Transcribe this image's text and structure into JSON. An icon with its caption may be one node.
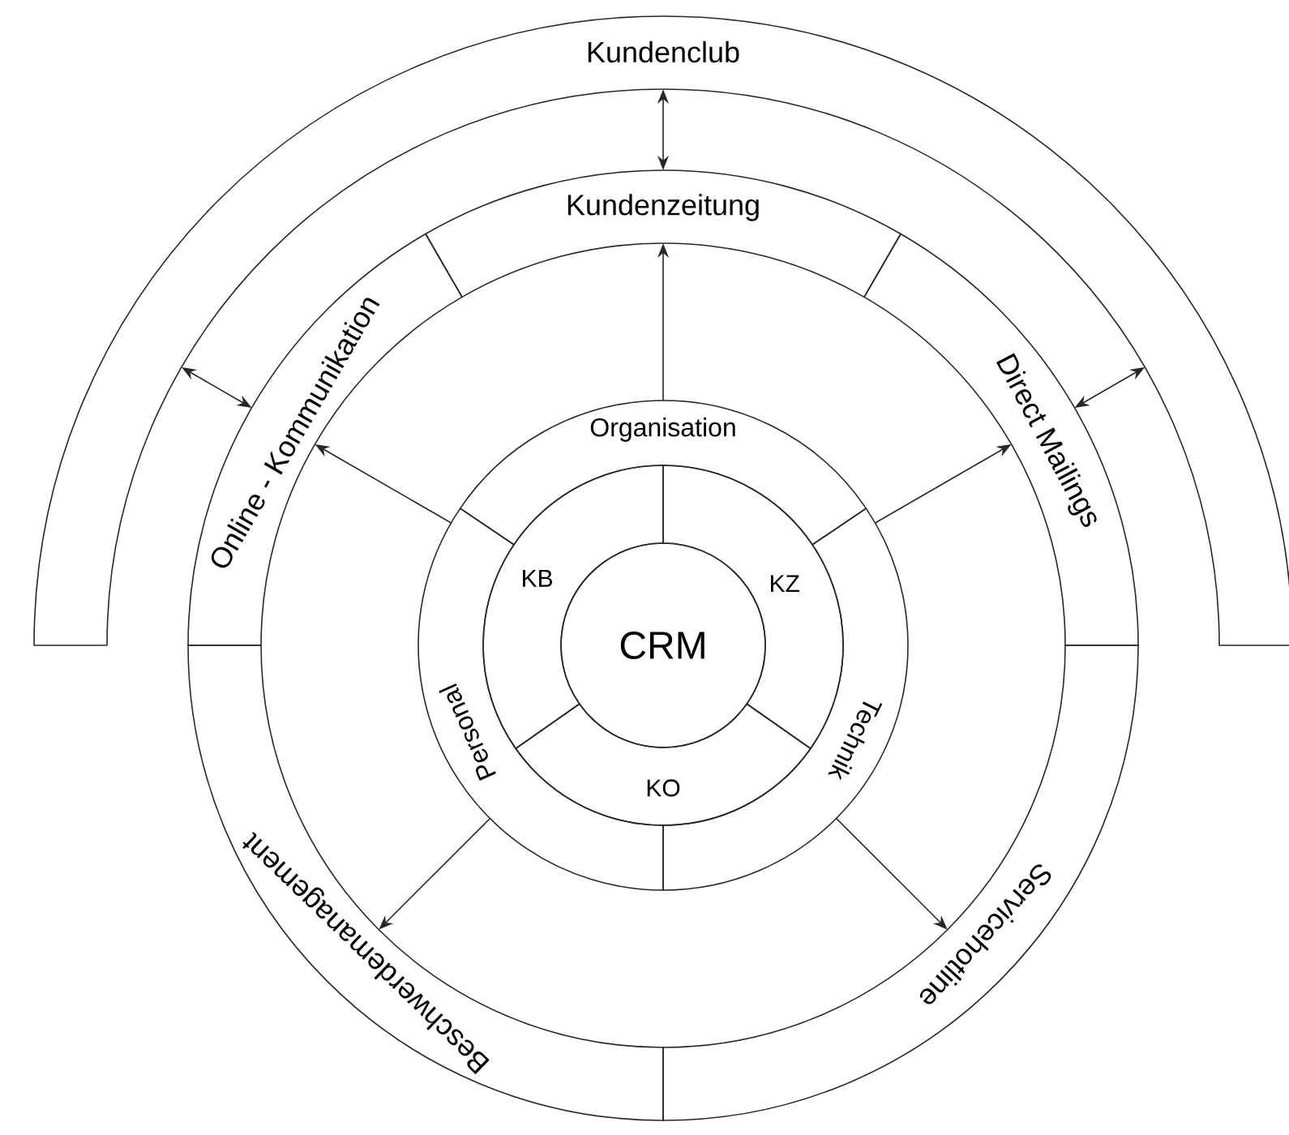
{
  "diagram": {
    "nodes": [
      {
        "text": [
          "Kundenclub"
        ]
      },
      {
        "text": [
          "Kundenzeitung"
        ]
      },
      {
        "text": [
          "Online - Kommunikation"
        ]
      },
      {
        "text": [
          "Direct Mailings"
        ]
      },
      {
        "text": [
          "Organisation"
        ]
      },
      {
        "text": [
          "KB"
        ]
      },
      {
        "text": [
          "KZ"
        ]
      },
      {
        "text": [
          "CRM"
        ]
      },
      {
        "text": [
          "Personal"
        ]
      },
      {
        "text": [
          "Technik"
        ]
      },
      {
        "text": [
          "KO"
        ]
      },
      {
        "text": [
          "Beschwerdemanagement"
        ]
      },
      {
        "text": [
          "Servicehotline"
        ]
      }
    ],
    "edges": [
      {
        "from": 0,
        "to": 1,
        "arrow": "both"
      },
      {
        "from": 0,
        "to": 2,
        "arrow": "both"
      },
      {
        "from": 0,
        "to": 3,
        "arrow": "both"
      },
      {
        "from": 4,
        "to": 1,
        "arrow": "to"
      },
      {
        "from": 8,
        "to": 2,
        "arrow": "to"
      },
      {
        "from": 9,
        "to": 3,
        "arrow": "to"
      },
      {
        "from": 8,
        "to": 11,
        "arrow": "to"
      },
      {
        "from": 9,
        "to": 12,
        "arrow": "to"
      }
    ]
  }
}
